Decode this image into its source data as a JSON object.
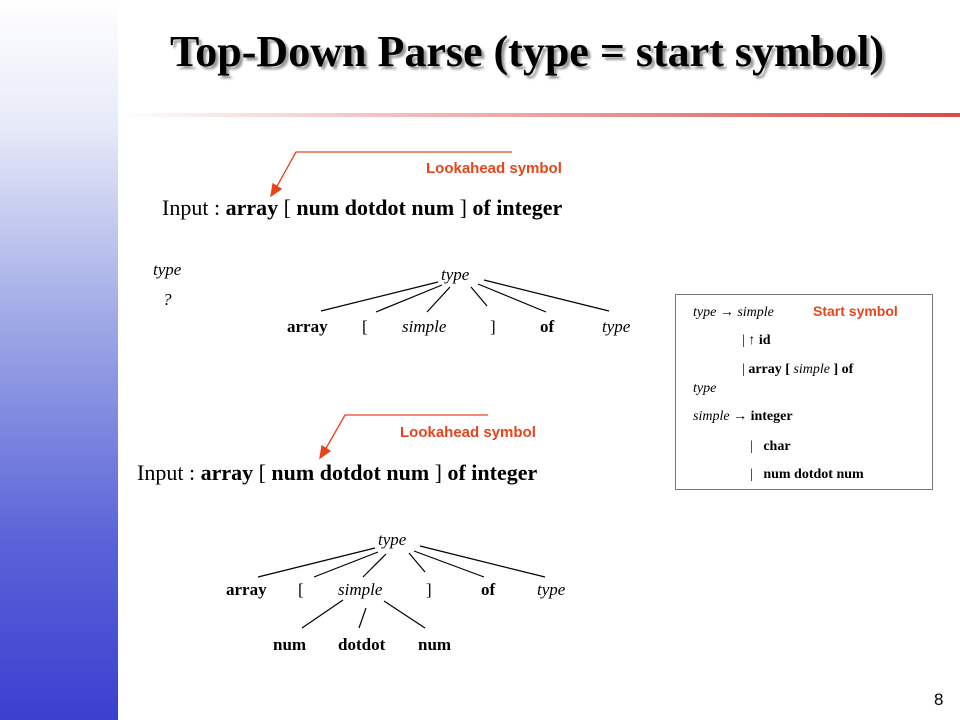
{
  "slide": {
    "title": "Top-Down Parse (type = start symbol)",
    "number": "8"
  },
  "lookahead_label": "Lookahead symbol",
  "input_prefix": "Input :",
  "input_tokens": {
    "t1": "array",
    "t2": "[",
    "t3": "num dotdot num",
    "t4": "]",
    "t5": "of integer"
  },
  "step1": {
    "root": "type",
    "question": "?"
  },
  "tree1": {
    "root": "type",
    "children": [
      "array",
      "[",
      "simple",
      "]",
      "of",
      "type"
    ]
  },
  "tree2": {
    "root": "type",
    "children": [
      "array",
      "[",
      "simple",
      "]",
      "of",
      "type"
    ],
    "grandchildren": [
      "num",
      "dotdot",
      "num"
    ]
  },
  "grammar": {
    "r1_lhs": "type",
    "r1_rhs": "simple",
    "start_symbol_label": "Start symbol",
    "r2_bar": "|",
    "r2_rhs": "id",
    "r3_bar": "|",
    "r3_a": "array [",
    "r3_b": "simple",
    "r3_c": "] of",
    "r3_cont": "type",
    "r4_lhs": "simple",
    "r4_rhs": "integer",
    "r5_bar": "|",
    "r5_rhs": "char",
    "r6_bar": "|",
    "r6_rhs": "num dotdot num",
    "arrow_right": "→",
    "arrow_up": "↑"
  },
  "colors": {
    "accent": "#e8441a",
    "sidebar_bottom": "#3b3fd0",
    "rule_end": "#d94a4a"
  }
}
